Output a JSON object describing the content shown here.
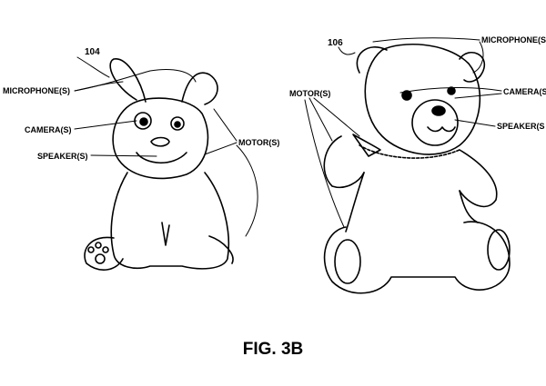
{
  "figure_label": "FIG. 3B",
  "bunny": {
    "ref": "104",
    "labels": {
      "microphone": "MICROPHONE(S)",
      "camera": "CAMERA(S)",
      "speaker": "SPEAKER(S)",
      "motor": "MOTOR(S)"
    }
  },
  "bear": {
    "ref": "106",
    "labels": {
      "microphone": "MICROPHONE(S",
      "camera": "CAMERA(S",
      "speaker": "SPEAKER(S",
      "motor": "MOTOR(S)"
    }
  }
}
